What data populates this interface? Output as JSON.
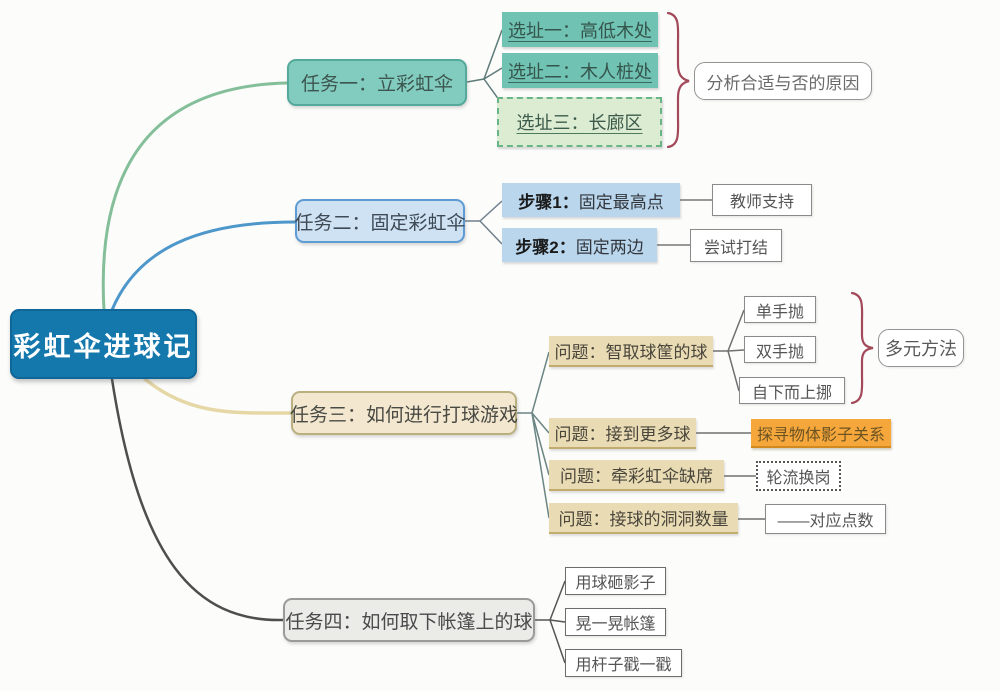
{
  "root": {
    "label": "彩虹伞进球记"
  },
  "branches": [
    {
      "label": "任务一：立彩虹伞",
      "children": [
        {
          "label": "选址一：高低木处"
        },
        {
          "label": "选址二：木人桩处"
        },
        {
          "label": "选址三：长廊区"
        }
      ],
      "brace_note": "分析合适与否的原因"
    },
    {
      "label": "任务二：固定彩虹伞",
      "children": [
        {
          "prefix": "步骤1：",
          "label": "固定最高点",
          "note": "教师支持"
        },
        {
          "prefix": "步骤2：",
          "label": "固定两边",
          "note": "尝试打结"
        }
      ]
    },
    {
      "label": "任务三：如何进行打球游戏",
      "children": [
        {
          "label": "问题：智取球筐的球",
          "methods": [
            "单手抛",
            "双手抛",
            "自下而上挪"
          ],
          "brace_note": "多元方法"
        },
        {
          "label": "问题：接到更多球",
          "note": "探寻物体影子关系"
        },
        {
          "label": "问题：牵彩虹伞缺席",
          "note": "轮流换岗"
        },
        {
          "label": "问题：接球的洞洞数量",
          "note": "——对应点数"
        }
      ]
    },
    {
      "label": "任务四：如何取下帐篷上的球",
      "children": [
        {
          "label": "用球砸影子"
        },
        {
          "label": "晃一晃帐篷"
        },
        {
          "label": "用杆子戳一戳"
        }
      ]
    }
  ],
  "colors": {
    "root_fill": "#1578ad",
    "task1_fill": "#82cbbf",
    "task1_border": "#54a99b",
    "site_fill": "#70c2b2",
    "site3_fill": "#dcecd3",
    "site3_border": "#69b585",
    "task2_fill": "#cfe2f4",
    "task2_border": "#5e9bd2",
    "step_fill": "#b9d6ec",
    "task3_fill": "#f3e8cf",
    "task3_border": "#bab07f",
    "problem_fill": "#e9dcb4",
    "shadow_note_fill": "#f6a73c",
    "task4_fill": "#ebebe8",
    "brace_stroke": "#a34a5a",
    "curve_task1": "#84bf9a",
    "curve_task2": "#4e97cb",
    "curve_task3": "#e6d7a6",
    "curve_task4": "#4e4e4e"
  }
}
